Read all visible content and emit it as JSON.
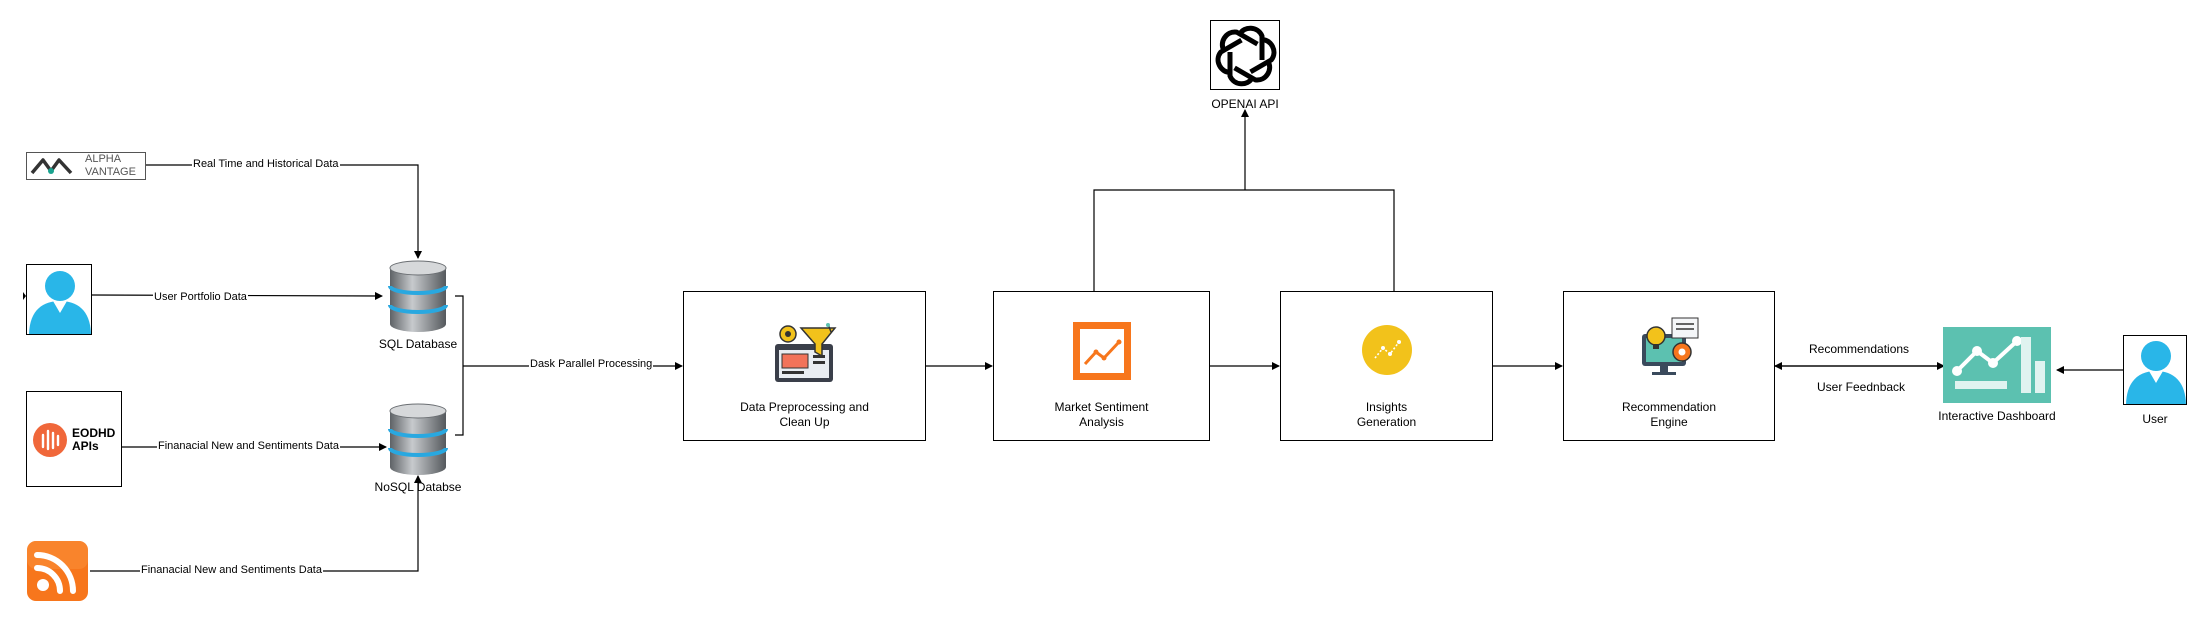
{
  "sources": {
    "alpha_vantage": {
      "logo_text_1": "ALPHA",
      "logo_text_2": "VANTAGE"
    },
    "eodhd": {
      "logo_text_1": "EODHD",
      "logo_text_2": "APIs"
    }
  },
  "edges": {
    "realtime": "Real Time and Historical Data",
    "portfolio": "User Portfolio Data",
    "eodhd_news": "Finanacial New and Sentiments Data",
    "rss_news": "Finanacial New and Sentiments Data",
    "dask": "Dask Parallel Processing",
    "recommendations": "Recommendations",
    "feedback": "User Feednback"
  },
  "stores": {
    "sql": "SQL Database",
    "nosql": "NoSQL Databse"
  },
  "processes": {
    "preprocessing": "Data Preprocessing and\nClean Up",
    "sentiment": "Market Sentiment\nAnalysis",
    "insights": "Insights\nGeneration",
    "recommendation": "Recommendation\nEngine"
  },
  "openai": {
    "label": "OPENAI API"
  },
  "dashboard": {
    "label": "Interactive Dashboard"
  },
  "user": {
    "label": "User"
  },
  "colors": {
    "user_blue": "#29b6e8",
    "orange": "#f7761c",
    "teal": "#5cc1b0",
    "yellow": "#f2c21b",
    "db_gray": "#8c9094"
  }
}
